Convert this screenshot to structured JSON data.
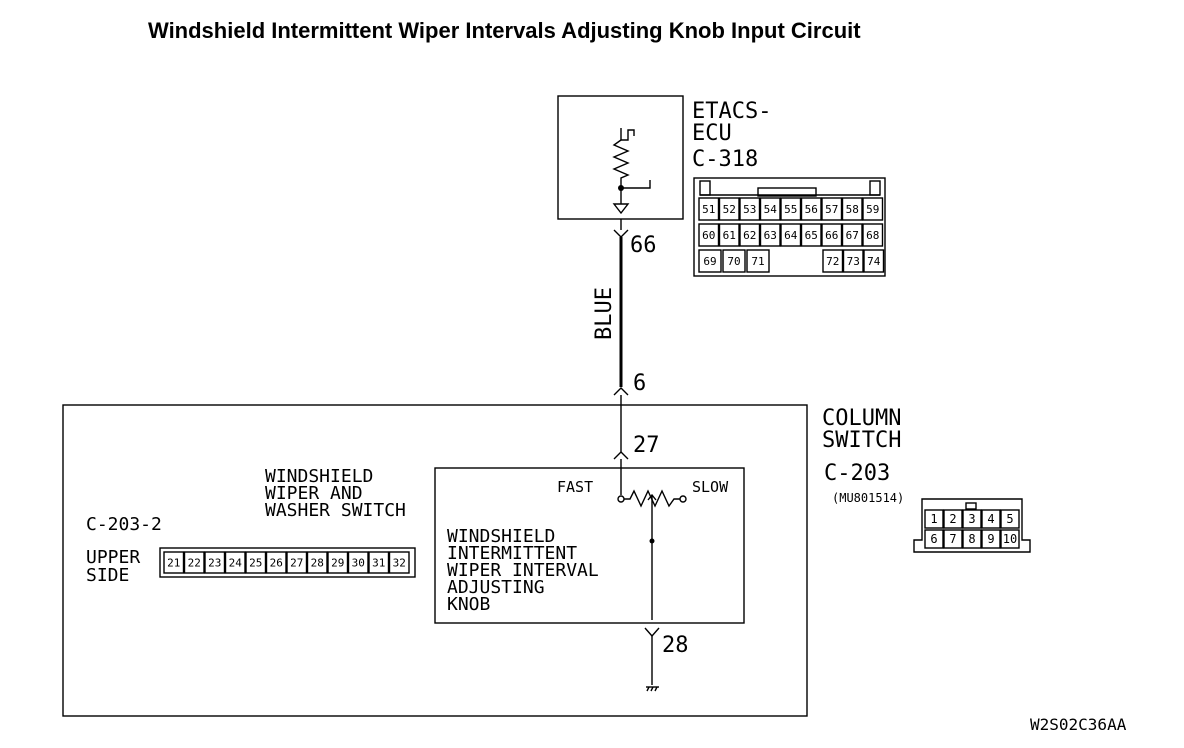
{
  "title": "Windshield Intermittent Wiper Intervals Adjusting Knob Input Circuit",
  "ecu": {
    "name_line1": "ETACS-",
    "name_line2": "ECU",
    "connector": "C-318",
    "pins_row1": [
      "51",
      "52",
      "53",
      "54",
      "55",
      "56",
      "57",
      "58",
      "59"
    ],
    "pins_row2": [
      "60",
      "61",
      "62",
      "63",
      "64",
      "65",
      "66",
      "67",
      "68"
    ],
    "pins_row3_left": [
      "69",
      "70",
      "71"
    ],
    "pins_row3_right": [
      "72",
      "73",
      "74"
    ]
  },
  "wire": {
    "color": "BLUE",
    "pin_ecu": "66",
    "pin_column_in": "6",
    "pin_switch_in": "27",
    "pin_switch_out": "28"
  },
  "column_switch": {
    "name_line1": "COLUMN",
    "name_line2": "SWITCH",
    "connector": "C-203",
    "part_number": "(MU801514)",
    "pins_row1": [
      "1",
      "2",
      "3",
      "4",
      "5"
    ],
    "pins_row2": [
      "6",
      "7",
      "8",
      "9",
      "10"
    ]
  },
  "washer_switch": {
    "line1": "WINDSHIELD",
    "line2": "WIPER AND",
    "line3": "WASHER SWITCH"
  },
  "sub_connector": {
    "name": "C-203-2",
    "line1": "UPPER",
    "line2": "SIDE",
    "pins": [
      "21",
      "22",
      "23",
      "24",
      "25",
      "26",
      "27",
      "28",
      "29",
      "30",
      "31",
      "32"
    ]
  },
  "knob": {
    "fast": "FAST",
    "slow": "SLOW",
    "line1": "WINDSHIELD",
    "line2": "INTERMITTENT",
    "line3": "WIPER INTERVAL",
    "line4": "ADJUSTING",
    "line5": "KNOB"
  },
  "figure_code": "W2S02C36AA"
}
